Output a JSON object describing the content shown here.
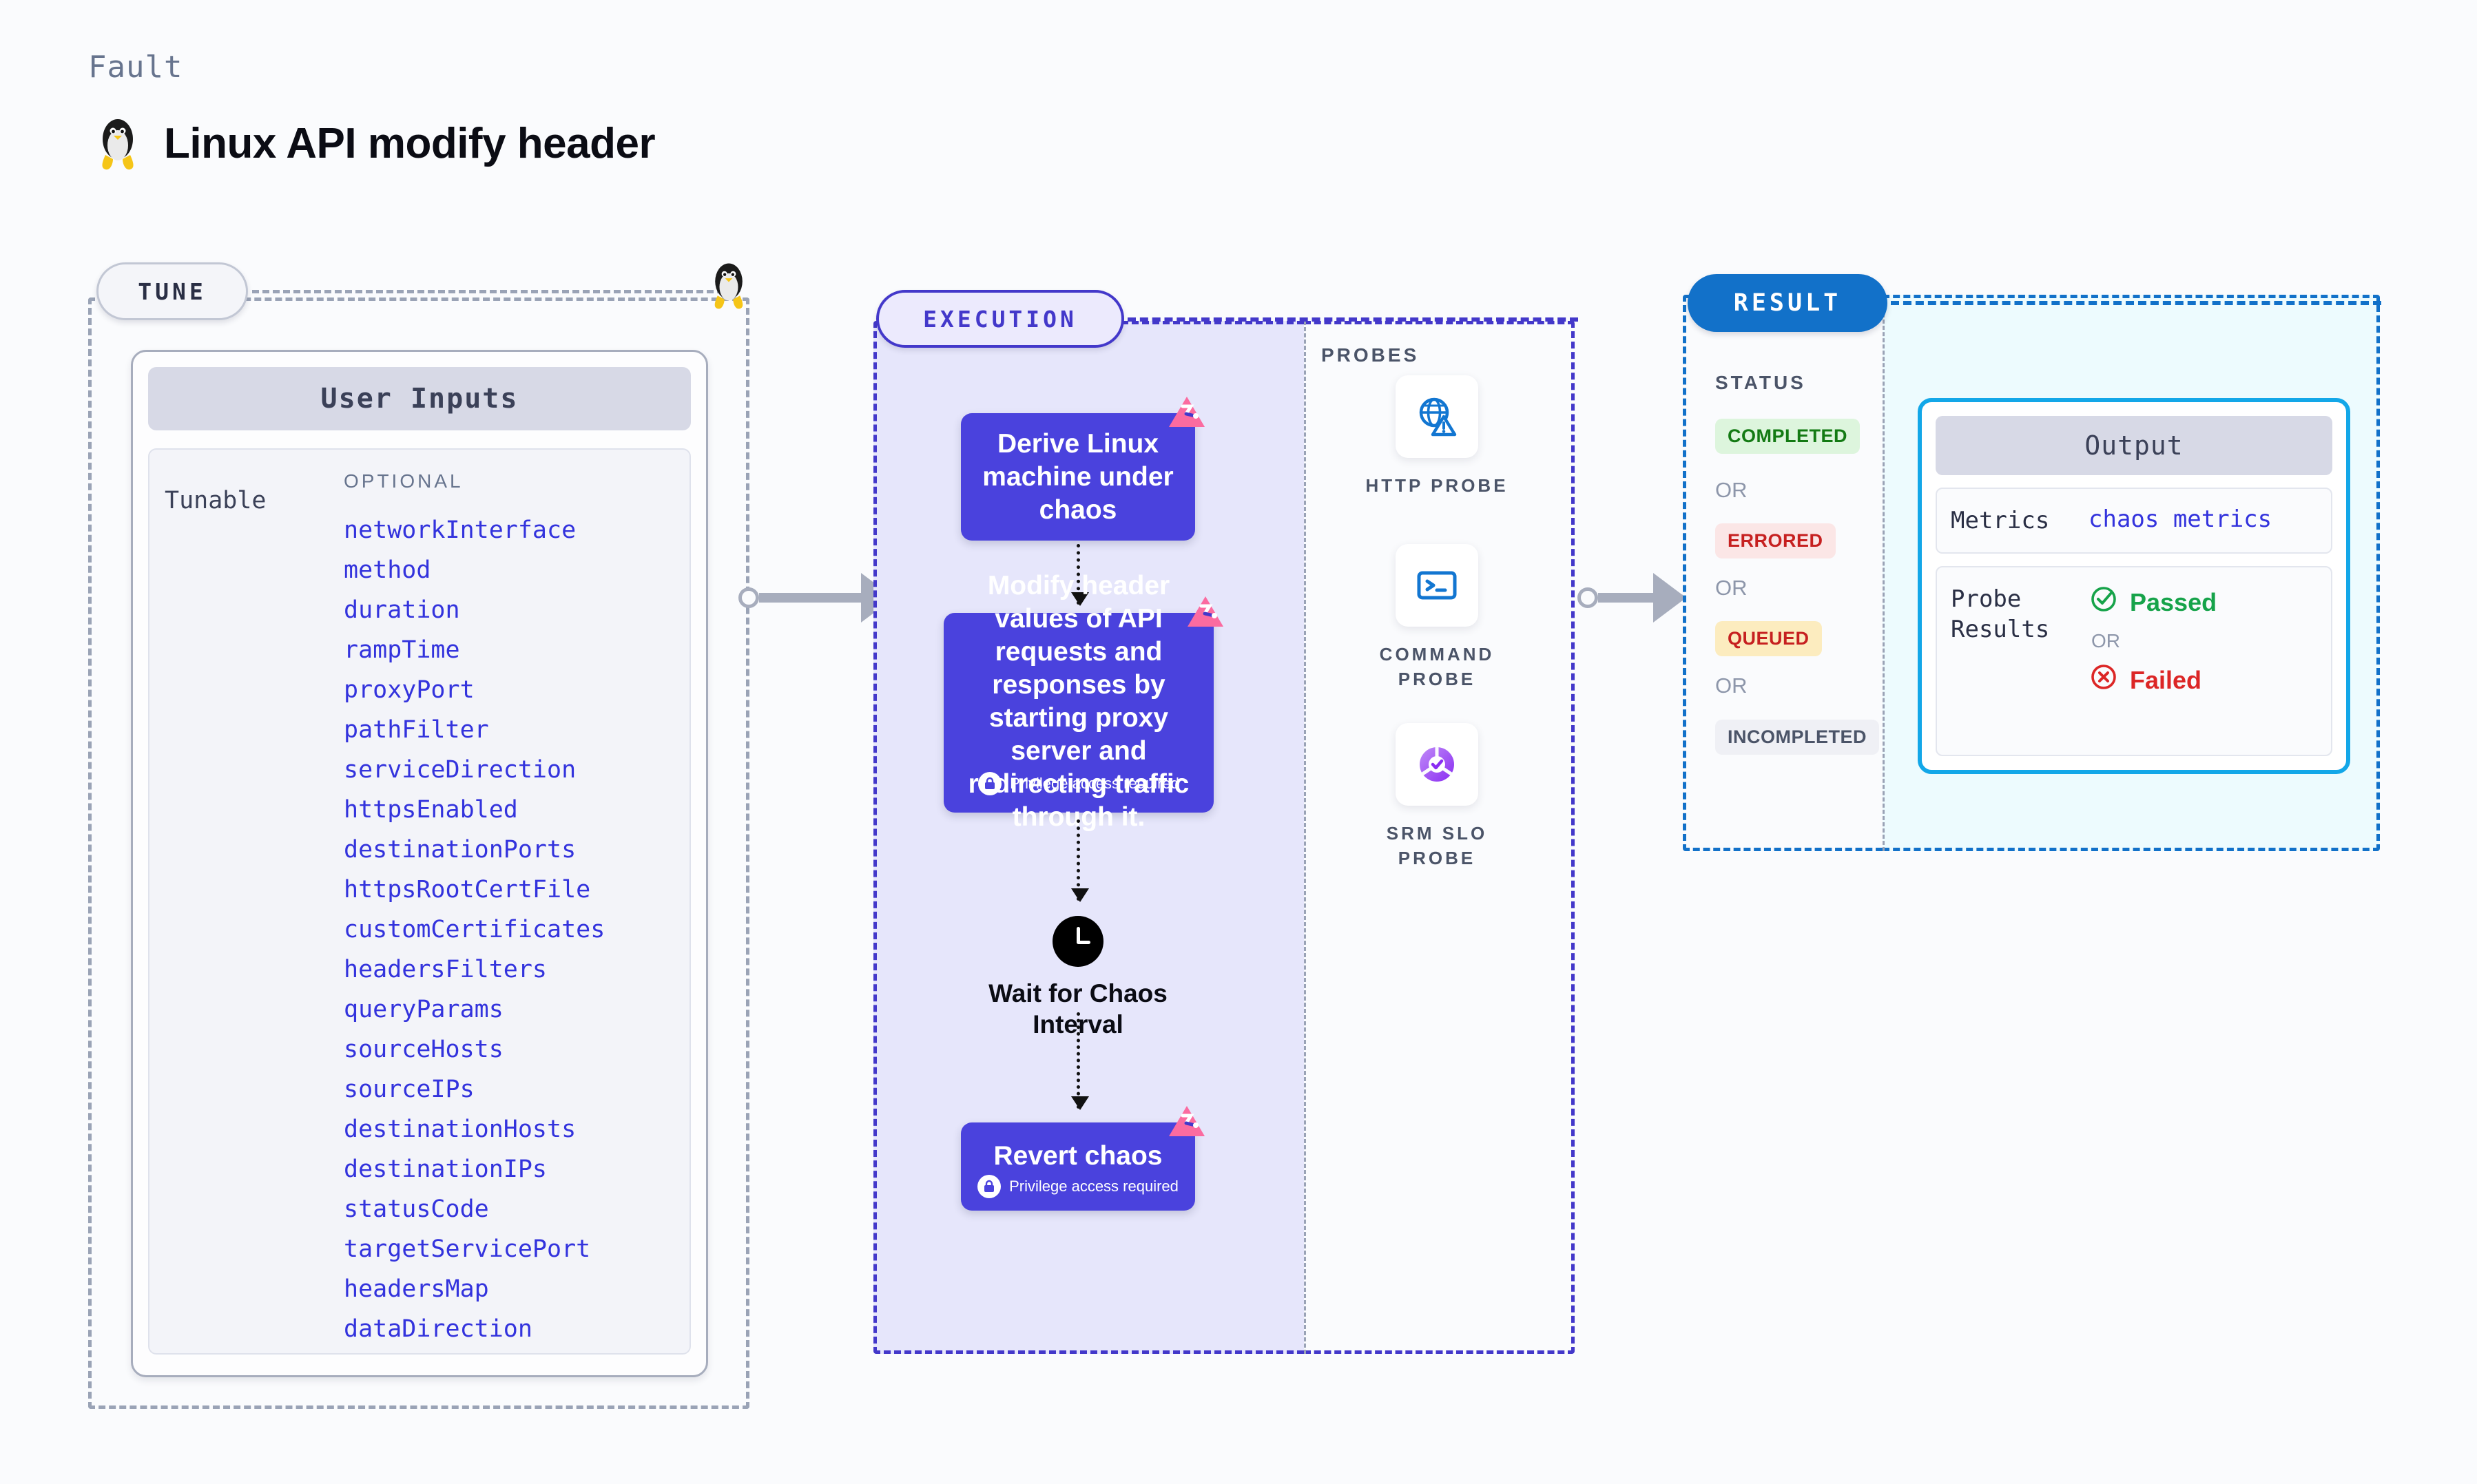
{
  "header": {
    "kicker": "Fault",
    "title": "Linux API modify header",
    "icon": "linux-penguin-icon"
  },
  "tune": {
    "pill_label": "TUNE",
    "border_color": "#9aa3b6",
    "card": {
      "title": "User Inputs",
      "row_label": "Tunable",
      "group_label": "OPTIONAL",
      "items": [
        "networkInterface",
        "method",
        "duration",
        "rampTime",
        "proxyPort",
        "pathFilter",
        "serviceDirection",
        "httpsEnabled",
        "destinationPorts",
        "httpsRootCertFile",
        "customCertificates",
        "headersFilters",
        "queryParams",
        "sourceHosts",
        "sourceIPs",
        "destinationHosts",
        "destinationIPs",
        "statusCode",
        "targetServicePort",
        "headersMap",
        "dataDirection"
      ]
    }
  },
  "execution": {
    "pill_label": "EXECUTION",
    "accent_color": "#4338ca",
    "nodes": [
      {
        "label": "Derive Linux machine under chaos",
        "privilege": null,
        "chaos_badge": true
      },
      {
        "label": "Modify header values of API requests and responses by starting proxy server and redirecting traffic through it.",
        "privilege": "Privilege access required",
        "chaos_badge": true
      },
      {
        "label": "Revert chaos",
        "privilege": "Privilege access required",
        "chaos_badge": true
      }
    ],
    "wait_node": {
      "label": "Wait for Chaos Interval",
      "icon": "clock-icon"
    }
  },
  "probes": {
    "section_label": "PROBES",
    "items": [
      {
        "name": "HTTP PROBE",
        "icon": "globe-warning-icon"
      },
      {
        "name": "COMMAND PROBE",
        "icon": "terminal-icon"
      },
      {
        "name": "SRM SLO PROBE",
        "icon": "srm-slo-icon"
      }
    ]
  },
  "result": {
    "pill_label": "RESULT",
    "accent_color": "#1271c9",
    "status_label": "STATUS",
    "or_label": "OR",
    "statuses": [
      {
        "label": "COMPLETED",
        "bg": "#ddf5dd",
        "fg": "#137a13"
      },
      {
        "label": "ERRORED",
        "bg": "#fbe6e6",
        "fg": "#c62020"
      },
      {
        "label": "QUEUED",
        "bg": "#fcecbf",
        "fg": "#c62020"
      },
      {
        "label": "INCOMPLETED",
        "bg": "#eff0f5",
        "fg": "#4b5468"
      }
    ]
  },
  "output": {
    "title": "Output",
    "metrics_key": "Metrics",
    "metrics_value": "chaos metrics",
    "probe_results_key": "Probe Results",
    "or_label": "OR",
    "passed_label": "Passed",
    "failed_label": "Failed",
    "border_color": "#13a7e8"
  }
}
